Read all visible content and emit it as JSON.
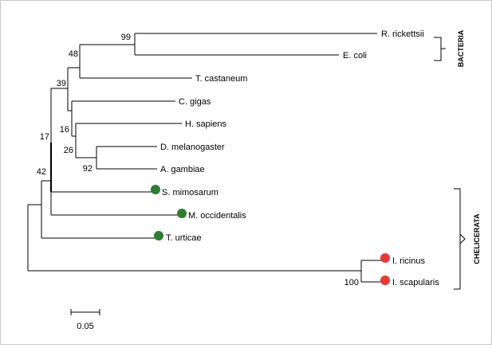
{
  "taxa": {
    "r_rickettsii": "R. rickettsii",
    "e_coli": "E. coli",
    "t_castaneum": "T. castaneum",
    "c_gigas": "C. gigas",
    "h_sapiens": "H. sapiens",
    "d_melanogaster": "D. melanogaster",
    "a_gambiae": "A. gambiae",
    "s_mimosarum": "S. mimosarum",
    "m_occidentalis": "M. occidentalis",
    "t_urticae": "T. urticae",
    "i_ricinus": "I. ricinus",
    "i_scapularis": "I. scapularis"
  },
  "bootstrap": {
    "n99": "99",
    "n48": "48",
    "n39": "39",
    "n17": "17",
    "n42": "42",
    "n16": "16",
    "n26": "26",
    "n92": "92",
    "n100": "100"
  },
  "groups": {
    "bacteria": "BACTERIA",
    "chelicerata": "CHELICERATA"
  },
  "scale_bar": {
    "label": "0.05"
  },
  "colors": {
    "green_marker": "#2e7d32",
    "red_marker": "#e53935",
    "branch": "#000000"
  }
}
